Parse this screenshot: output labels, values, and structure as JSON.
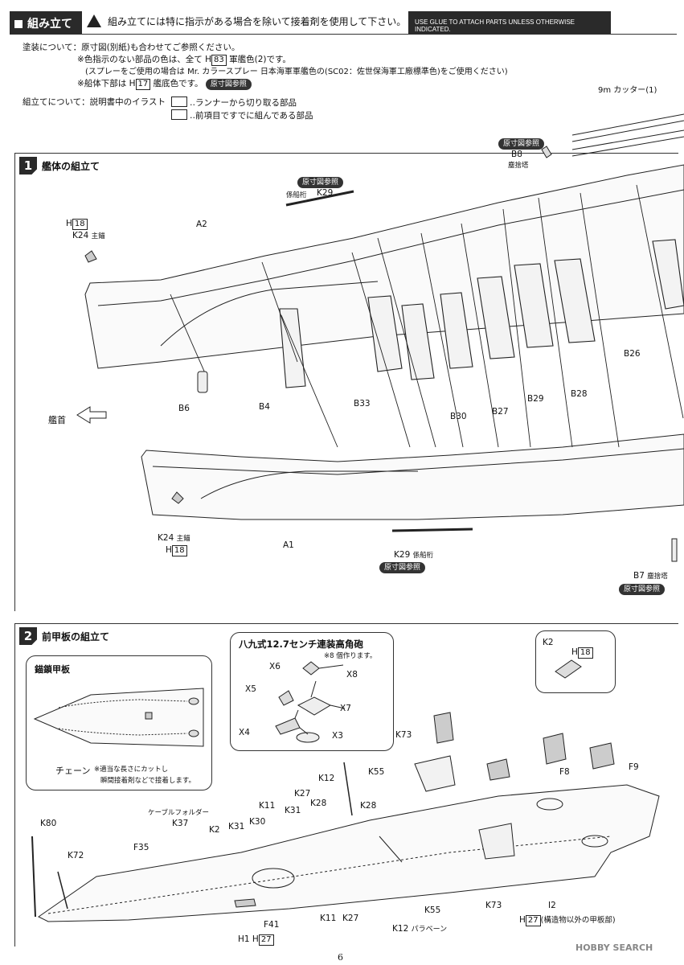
{
  "header": {
    "section_title": "組み立て",
    "notice_ja": "組み立てには特に指示がある場合を除いて接着剤を使用して下さい。",
    "notice_en": "USE GLUE TO ATTACH PARTS UNLESS OTHERWISE INDICATED."
  },
  "painting": {
    "line1": "塗装について：原寸図(別紙)も合わせてご参照ください。",
    "line2_pre": "※色指示のない部品の色は、全て H",
    "line2_code": "83",
    "line2_post": " 軍艦色(2)です。",
    "line3": "(スプレーをご使用の場合は Mr. カラースプレー 日本海軍軍艦色の(SC02：佐世保海軍工廠標準色)をご使用ください)",
    "line4_pre": "※船体下部は H",
    "line4_code": "17",
    "line4_post": " 艦底色です。",
    "line4_badge": "原寸図参照"
  },
  "assembly_notes": {
    "label": "組立てについて：説明書中のイラスト",
    "item1": "‥ランナーから切り取る部品",
    "item2": "‥前項目ですでに組んである部品"
  },
  "step1": {
    "number": "1",
    "title": "艦体の組立て",
    "labels": {
      "cutter": "9m カッター(1)",
      "b8_badge": "原寸図参照",
      "b8": "B8",
      "b8_sub": "塵捨塔",
      "k29_top_badge": "原寸図参照",
      "k29_top_pre": "係船桁",
      "k29_top": "K29",
      "h18_top": "H",
      "h18_top_code": "18",
      "k24_top": "K24",
      "k24_top_sub": "主錨",
      "a2": "A2",
      "b6": "B6",
      "b4": "B4",
      "b33": "B33",
      "b30": "B30",
      "b27": "B27",
      "b29": "B29",
      "b28": "B28",
      "b26": "B26",
      "bow": "艦首",
      "k24_bot": "K24",
      "k24_bot_sub": "主錨",
      "h18_bot": "H",
      "h18_bot_code": "18",
      "a1": "A1",
      "k29_bot": "K29",
      "k29_bot_sub": "係船桁",
      "k29_bot_badge": "原寸図参照",
      "b7": "B7",
      "b7_sub": "塵捨塔",
      "b7_badge": "原寸図参照"
    }
  },
  "step2": {
    "number": "2",
    "title": "前甲板の組立て",
    "anchor_deck": {
      "title": "錨鎖甲板",
      "chain": "チェーン",
      "chain_note1": "※適当な長さにカットし",
      "chain_note2": "瞬間接着剤などで接着します。"
    },
    "gun": {
      "title": "八九式12.7センチ連装高角砲",
      "note": "※8 個作ります。",
      "x6": "X6",
      "x8": "X8",
      "x5": "X5",
      "x7": "X7",
      "x4": "X4",
      "x3": "X3"
    },
    "k2_box": {
      "k2": "K2",
      "h": "H",
      "code": "18"
    },
    "labels": {
      "k73_top": "K73",
      "k12_top": "K12",
      "k55_top": "K55",
      "f8": "F8",
      "f9": "F9",
      "k27_top": "K27",
      "k28_a": "K28",
      "k11_top": "K11",
      "k31_top": "K31",
      "k28_b": "K28",
      "cable": "ケーブルフォルダー",
      "k37": "K37",
      "k2": "K2",
      "k31": "K31",
      "k30": "K30",
      "k80": "K80",
      "k72": "K72",
      "f35": "F35",
      "f41": "F41",
      "h1": "H1",
      "h27_a": "H",
      "h27_a_code": "27",
      "k11_bot": "K11",
      "k27_bot": "K27",
      "k55_bot": "K55",
      "k12_bot": "K12",
      "k12_bot_sub": "パラベーン",
      "k73_bot": "K73",
      "i2": "I2",
      "h27_b": "H",
      "h27_b_code": "27",
      "h27_b_note": "(構造物以外の甲板部)"
    }
  },
  "footer": {
    "page": "6",
    "watermark": "HOBBY SEARCH"
  }
}
